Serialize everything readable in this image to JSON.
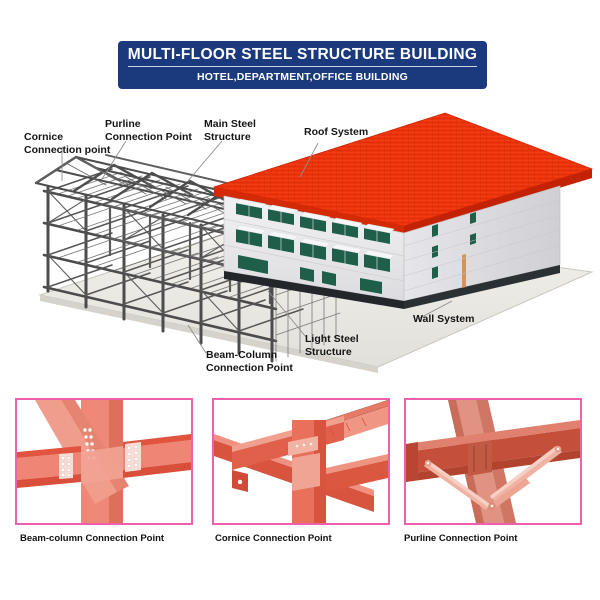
{
  "banner": {
    "title": "MULTI-FLOOR STEEL STRUCTURE BUILDING",
    "subtitle": "HOTEL,DEPARTMENT,OFFICE BUILDING",
    "background_color": "#1b3a7d",
    "text_color": "#ffffff"
  },
  "callouts": {
    "cornice": "Cornice\nConnection point",
    "purline": "Purline\nConnection Point",
    "main_steel": "Main Steel\nStructure",
    "roof_system": "Roof System",
    "wall_system": "Wall System",
    "light_steel": "Light Steel\nStructure",
    "beam_column": "Beam-Column\nConnection Point"
  },
  "illustration": {
    "description": "cutaway-3d-render-of-multi-floor-steel-structure-building",
    "frame_color": "#4a4a4a",
    "roof_color": "#f4310e",
    "wall_color": "#e8e8ea",
    "window_color": "#1f5f4a",
    "ground_color": "#eceae4",
    "plinth_color": "#23272b"
  },
  "panels": [
    {
      "id": "beam-column",
      "caption": "Beam-column Connection Point",
      "border_color": "#ef5fae",
      "steel_color": "#e8674f",
      "detail": "bolted-beam-to-column-joint-with-bolt-rows"
    },
    {
      "id": "cornice",
      "caption": "Cornice Connection Point",
      "border_color": "#ef5fae",
      "steel_color": "#d9523f",
      "detail": "cornice-eave-beam-crossing-column-connection"
    },
    {
      "id": "purline",
      "caption": "Purline Connection Point",
      "border_color": "#ef5fae",
      "steel_color": "#cf6a5c",
      "detail": "purline-to-rafter-connection-with-diagonal-sag-rods"
    }
  ]
}
